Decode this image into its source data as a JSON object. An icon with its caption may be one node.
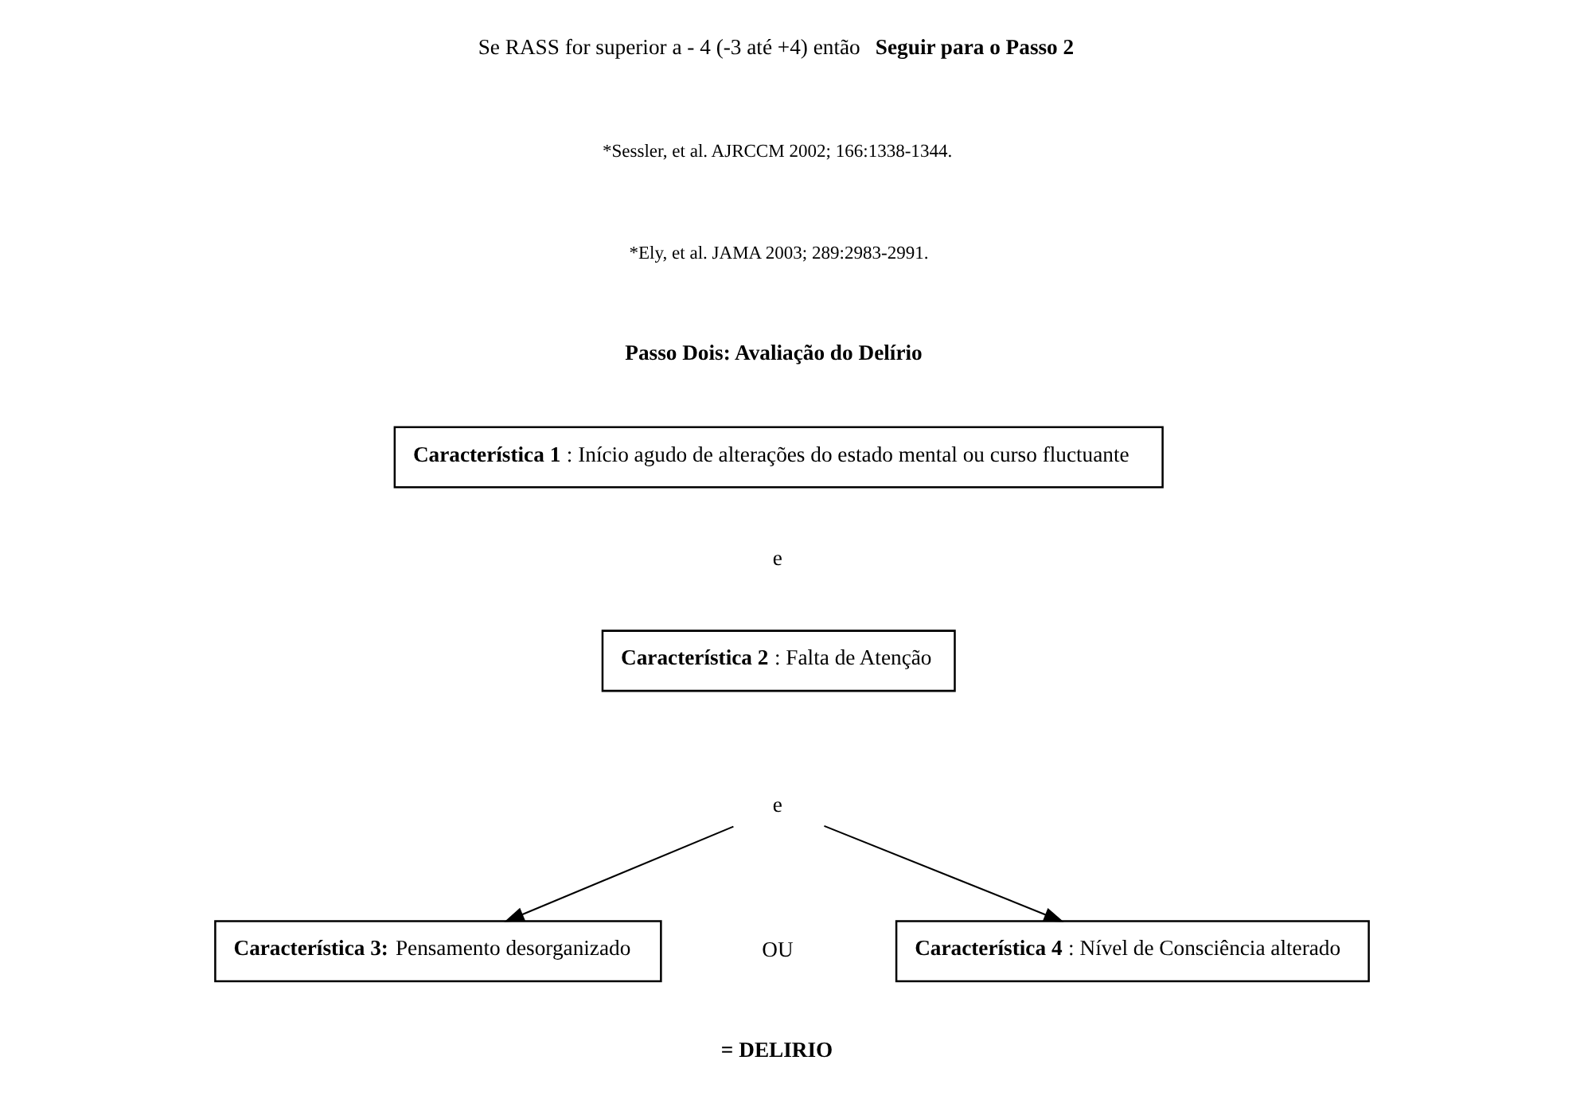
{
  "diagram": {
    "nodes": [
      {
        "text": [
          "**Característica 1**: Início agudo de alterações do estado mental ou curso fluctuante"
        ]
      },
      {
        "text": [
          "**Característica 2**: Falta de Atenção"
        ]
      },
      {
        "text": [
          "e"
        ]
      },
      {
        "text": [
          "**Característica 3:** Pensamento desorganizado"
        ]
      },
      {
        "text": [
          "**Característica 4**: Nível de Consciência alterado"
        ]
      }
    ],
    "edges": [
      {
        "from": 2,
        "to": 3,
        "arrow": "to"
      },
      {
        "from": 2,
        "to": 4,
        "arrow": "to"
      }
    ],
    "labels": [
      "Se RASS for superior a - 4 (-3 até +4) então **Seguir para o Passo 2**",
      "*Sessler, et al. AJRCCM 2002; 166:1338-1344.",
      "*Ely, et al. JAMA 2003; 289:2983-2991.",
      "Passo Dois: Avaliação do Delírio",
      "e",
      "OU",
      "= DELIRIO"
    ]
  }
}
